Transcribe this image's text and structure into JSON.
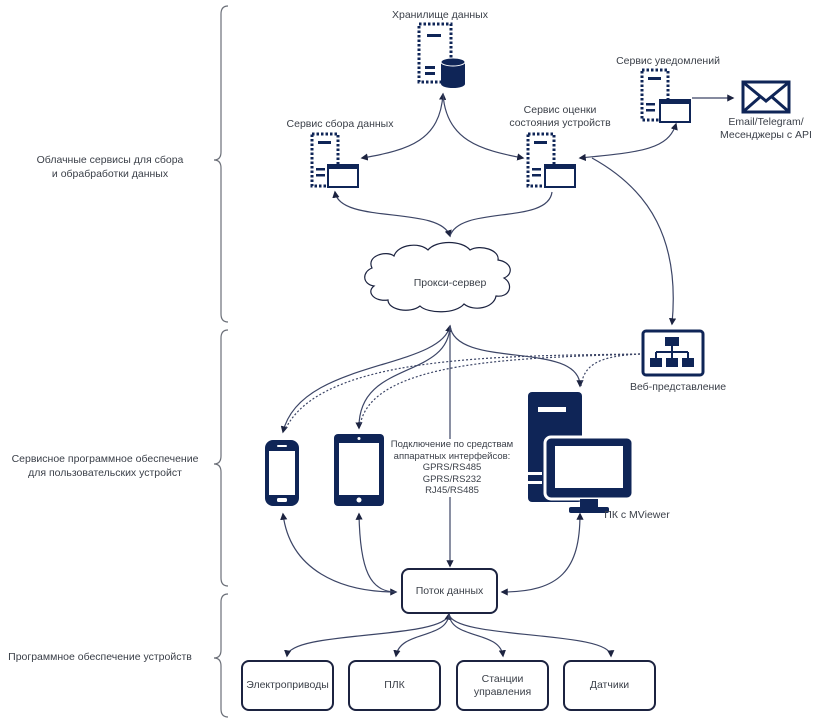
{
  "layers": [
    {
      "id": "cloud",
      "label": "Облачные сервисы для сбора\nи обрабработки данных"
    },
    {
      "id": "service",
      "label": "Сервисное программное обеспечение\nдля пользовательских устройст"
    },
    {
      "id": "device",
      "label": "Программное обеспечение устройств"
    }
  ],
  "nodes": {
    "storage": {
      "label": "Хранилище данных",
      "icon": "database-server-icon"
    },
    "collector": {
      "label": "Сервис сбора данных",
      "icon": "server-window-icon"
    },
    "evaluator": {
      "label": "Сервис оценки\nсостояния устройств",
      "icon": "server-window-icon"
    },
    "notifier": {
      "label": "Сервис уведомлений",
      "icon": "server-window-icon"
    },
    "messaging": {
      "label": "Email/Telegram/\nМесенджеры с API",
      "icon": "envelope-icon"
    },
    "proxy": {
      "label": "Прокси-сервер",
      "icon": "cloud-icon"
    },
    "web": {
      "label": "Веб-представление",
      "icon": "sitemap-icon"
    },
    "smartphone": {
      "icon": "smartphone-icon"
    },
    "tablet": {
      "icon": "tablet-icon"
    },
    "pc": {
      "label": "ПК с MViewer",
      "icon": "desktop-pc-icon"
    },
    "interfaces": {
      "label": "Подключение по средствам\nаппаратных интерфейсов:\nGPRS/RS485\nGPRS/RS232\nRJ45/RS485"
    },
    "dataflow": {
      "label": "Поток данных"
    }
  },
  "devices": [
    {
      "label": "Электроприводы"
    },
    {
      "label": "ПЛК"
    },
    {
      "label": "Станции\nуправления"
    },
    {
      "label": "Датчики"
    }
  ],
  "colors": {
    "icon": "#0f2557",
    "line": "#3c4566",
    "text": "#3a3f48",
    "bracket": "#6b6f78"
  }
}
